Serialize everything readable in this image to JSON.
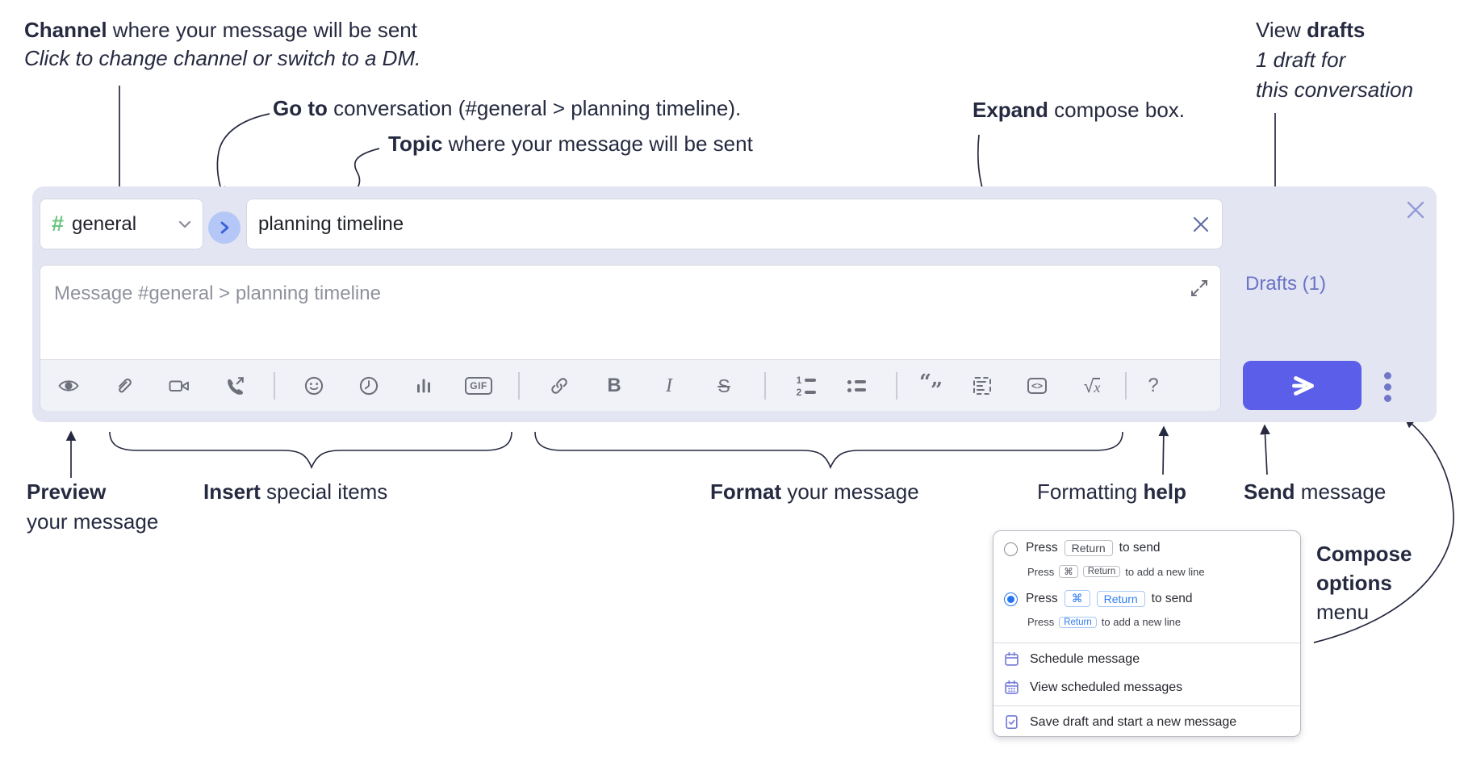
{
  "annotations": {
    "channel_line1_bold": "Channel",
    "channel_line1_rest": " where your message will be sent",
    "channel_line2": "Click to change channel or switch to a DM.",
    "goto_bold": "Go to",
    "goto_rest": " conversation (#general > planning timeline).",
    "topic_bold": "Topic",
    "topic_rest": " where your message will be sent",
    "expand_bold": "Expand",
    "expand_rest": " compose box.",
    "drafts_line1_pre": "View ",
    "drafts_line1_bold": "drafts",
    "drafts_line2": "1 draft for",
    "drafts_line3": "this conversation",
    "preview_bold": "Preview",
    "preview_line2": "your message",
    "insert_bold": "Insert",
    "insert_rest": " special items",
    "format_bold": "Format",
    "format_rest": " your message",
    "help_pre": "Formatting ",
    "help_bold": "help",
    "send_bold": "Send",
    "send_rest": " message",
    "options_line1": "Compose",
    "options_line2": "options",
    "options_line3": "menu"
  },
  "compose": {
    "channel_hash": "#",
    "channel_name": "general",
    "topic_value": "planning timeline",
    "message_placeholder": "Message #general > planning timeline",
    "drafts_link": "Drafts (1)",
    "toolbar": {
      "bold": "B",
      "italic": "I",
      "strike": "S",
      "gif": "GIF",
      "code": "<>",
      "ol_1": "1",
      "ol_2": "2",
      "quote_open": "“",
      "quote_close": "”",
      "math_root": "√",
      "math_x": "x",
      "help": "?"
    },
    "icon_names": [
      "preview-eye",
      "attach-paperclip",
      "video-call",
      "voice-call",
      "emoji",
      "schedule-time",
      "poll",
      "gif",
      "link",
      "bold",
      "italic",
      "strikethrough",
      "numbered-list",
      "bulleted-list",
      "quote",
      "spoiler",
      "code",
      "math",
      "help"
    ]
  },
  "options_menu": {
    "row1_press": "Press",
    "row1_key": "Return",
    "row1_suffix": "to send",
    "row1_sub_press": "Press",
    "row1_sub_key1": "⌘",
    "row1_sub_key2": "Return",
    "row1_sub_suffix": "to add a new line",
    "row2_press": "Press",
    "row2_key1": "⌘",
    "row2_key2": "Return",
    "row2_suffix": "to send",
    "row2_sub_press": "Press",
    "row2_sub_key": "Return",
    "row2_sub_suffix": "to add a new line",
    "item_schedule": "Schedule message",
    "item_view_scheduled": "View scheduled messages",
    "item_save_draft": "Save draft and start a new message"
  },
  "colors": {
    "compose_bg": "#e3e5f2",
    "send_button": "#5a5ee8",
    "drafts_link": "#6a73c6",
    "channel_hash_green": "#69c57f",
    "goto_circle_bg": "#b5c7f6",
    "goto_chevron_blue": "#3b60d9",
    "radio_selected_blue": "#2574f0",
    "kbd_blue": "#2f7df0",
    "menu_icon_purple": "#787ed8",
    "annotation_ink": "#262a40",
    "toolbar_icon_gray": "#6d6f7a"
  }
}
